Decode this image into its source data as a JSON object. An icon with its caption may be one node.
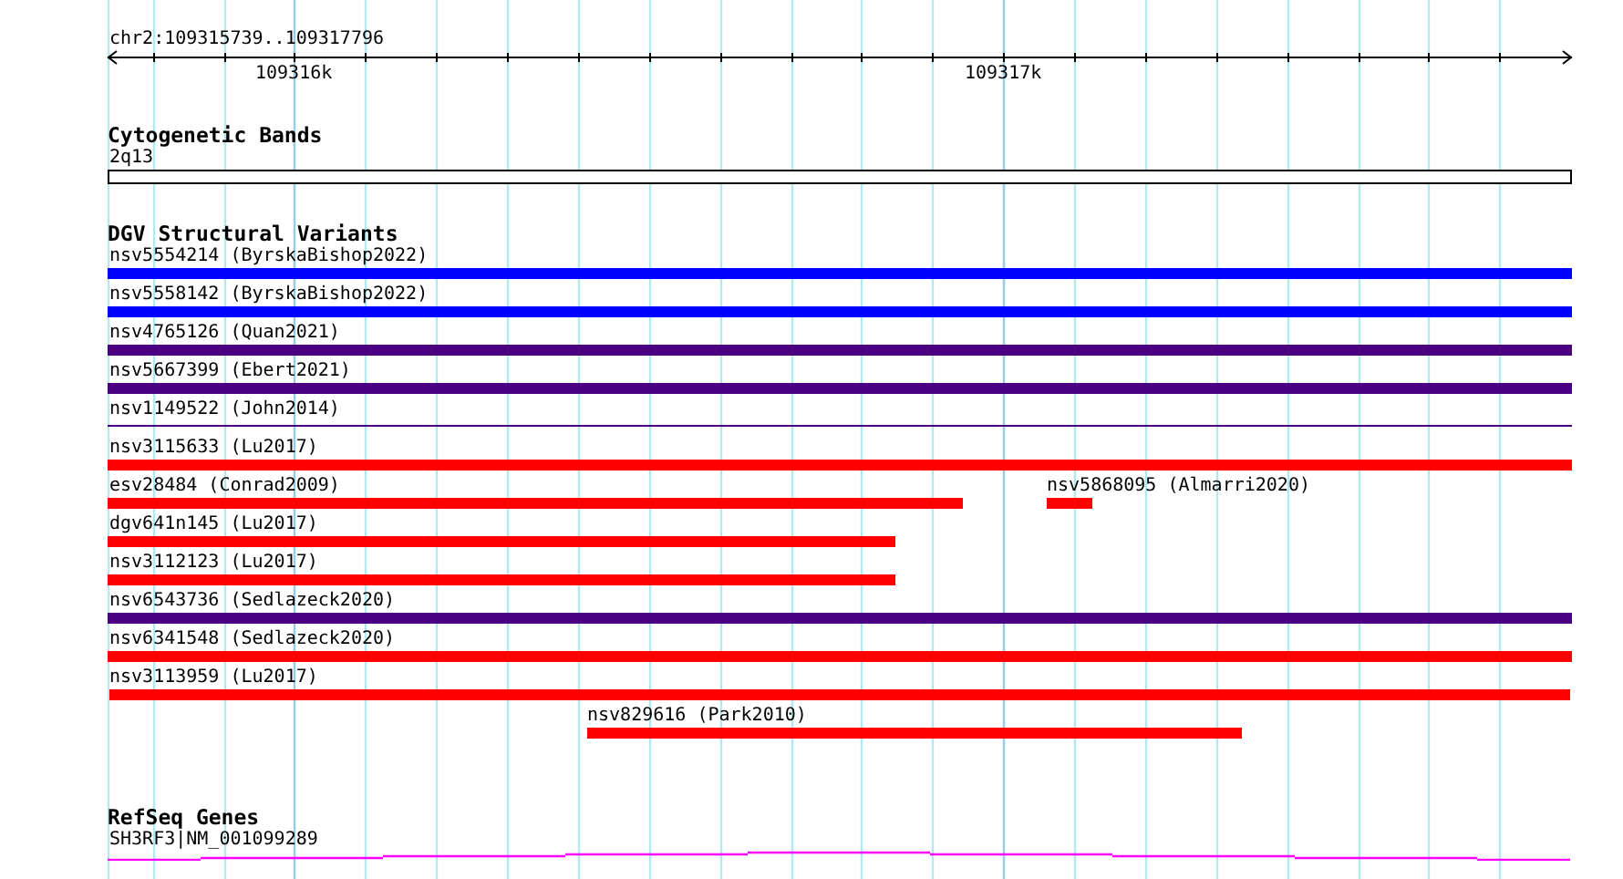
{
  "diagram": {
    "nodes": [
      {
        "text": [
          "2q13"
        ]
      },
      {
        "text": [
          "nsv5554214 (ByrskaBishop2022)"
        ]
      },
      {
        "text": [
          "nsv5558142 (ByrskaBishop2022)"
        ]
      },
      {
        "text": [
          "nsv4765126 (Quan2021)"
        ]
      },
      {
        "text": [
          "nsv5667399 (Ebert2021)"
        ]
      },
      {
        "text": [
          "nsv1149522 (John2014)"
        ]
      },
      {
        "text": [
          "nsv3115633 (Lu2017)"
        ]
      },
      {
        "text": [
          "esv28484 (Conrad2009)"
        ]
      },
      {
        "text": [
          "nsv5868095 (Almarri2020)"
        ]
      },
      {
        "text": [
          "dgv641n145 (Lu2017)"
        ]
      },
      {
        "text": [
          "nsv3112123 (Lu2017)"
        ]
      },
      {
        "text": [
          "nsv6543736 (Sedlazeck2020)"
        ]
      },
      {
        "text": [
          "nsv6341548 (Sedlazeck2020)"
        ]
      },
      {
        "text": [
          "nsv3113959 (Lu2017)"
        ]
      },
      {
        "text": [
          "nsv829616 (Park2010)"
        ]
      },
      {
        "text": [
          "SH3RF3|NM_001099289"
        ]
      }
    ],
    "labels": [
      "chr2:109315739..109317796",
      "109316k",
      "109317k",
      "Cytogenetic Bands",
      "DGV Structural Variants",
      "RefSeq Genes"
    ]
  }
}
